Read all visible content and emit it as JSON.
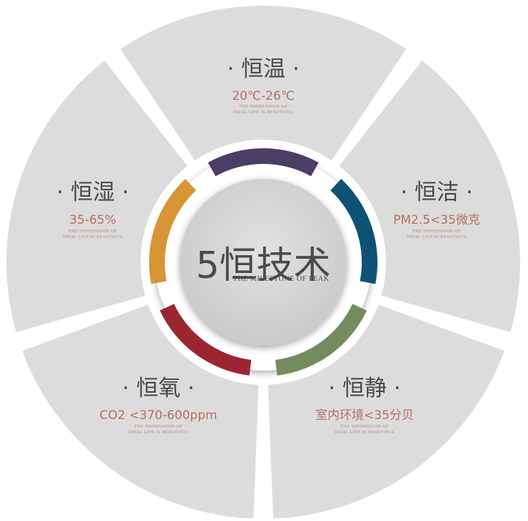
{
  "center": {
    "title": "5恒技术",
    "subtitle": "THE MILESTONE OF PEAK"
  },
  "segments": [
    {
      "id": "temperature",
      "title": "· 恒温 ·",
      "value": "20℃-26℃",
      "tag_line1": "THE IMPRESSION OF",
      "tag_line2": "IDEAL LIFE IS BEAUTIFUL",
      "accent": "#4a3e66"
    },
    {
      "id": "clean",
      "title": "· 恒洁 ·",
      "value": "PM2.5<35微克",
      "tag_line1": "THE IMPRESSION OF",
      "tag_line2": "IDEAL LIFE IS BEAUTIFUL",
      "accent": "#0d5276"
    },
    {
      "id": "quiet",
      "title": "· 恒静 ·",
      "value": "室内环境<35分贝",
      "tag_line1": "THE IMPRESSION OF",
      "tag_line2": "IDEAL LIFE IS BEAUTIFUL",
      "accent": "#748b60"
    },
    {
      "id": "oxygen",
      "title": "· 恒氧 ·",
      "value": "CO2 <370-600ppm",
      "tag_line1": "THE IMPRESSION OF",
      "tag_line2": "IDEAL LIFE IS BEAUTIFUL",
      "accent": "#9c2532"
    },
    {
      "id": "humidity",
      "title": "· 恒湿 ·",
      "value": "35-65%",
      "tag_line1": "THE IMPRESSION OF",
      "tag_line2": "IDEAL LIFE IS BEAUTIFUL",
      "accent": "#d79535"
    }
  ],
  "colors": {
    "segment_fill": "#dcdcdc",
    "center_fill": "#d9d9d9",
    "title_text": "#4a4a4a",
    "value_text": "#b4705f"
  }
}
